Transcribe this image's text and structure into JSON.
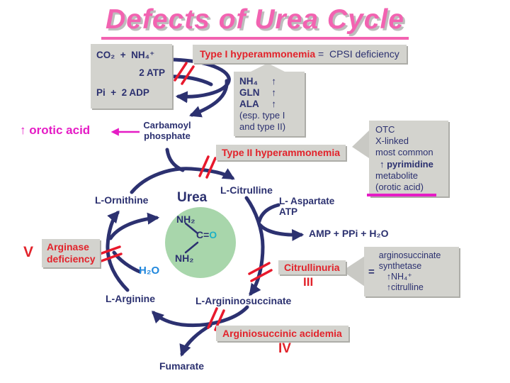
{
  "title": "Defects of Urea Cycle",
  "colors": {
    "navy": "#2c3170",
    "red": "#e2232b",
    "pink_title": "#f263b1",
    "magenta": "#e51cc5",
    "gray_box": "#d3d3ce",
    "green_circle": "#a8d6ab",
    "cyan_oxygen": "#1fb1c4",
    "blue_water": "#1e86dc"
  },
  "substrate_box": {
    "inputs": "CO₂  +  NH₄⁺",
    "atp": "2 ATP",
    "outputs": "Pi  +  2 ADP"
  },
  "type1": {
    "label": "Type I hyperammonemia",
    "rest": " =  CPSI deficiency"
  },
  "elevated_markers": {
    "rows": [
      {
        "name": "NH₄",
        "arrow": "↑"
      },
      {
        "name": "GLN",
        "arrow": "↑"
      },
      {
        "name": "ALA",
        "arrow": "↑"
      }
    ],
    "note_line1": "(esp. type I",
    "note_line2": "and type II)"
  },
  "orotic_acid": {
    "text": "↑ orotic acid"
  },
  "carbamoyl": {
    "line1": "Carbamoyl",
    "line2": "phosphate"
  },
  "type2": {
    "label": "Type II hyperammonemia"
  },
  "otc": {
    "lines": [
      "OTC",
      "X-linked",
      "most common",
      "↑ pyrimidine",
      "metabolite",
      "(orotic acid)"
    ]
  },
  "cycle": {
    "ornithine": "L-Ornithine",
    "citrulline": "L-Citrulline",
    "argininosuccinate": "L-Argininosuccinate",
    "arginine": "L-Arginine",
    "fumarate": "Fumarate",
    "aspartate": "L- Aspartate",
    "atp": "ATP",
    "amp_products": "AMP + PPi + H₂O",
    "water": "H₂O"
  },
  "urea": {
    "label": "Urea",
    "nh2_top": "NH₂",
    "carbon": "C=",
    "oxygen": "O",
    "nh2_bottom": "NH₂"
  },
  "citrullinuria": {
    "label": "Citrullinuria",
    "numeral": "III"
  },
  "synthetase": {
    "equals": "=",
    "line1": "arginosuccinate",
    "line2": "synthetase",
    "line3_arrow": "↑",
    "line3": "NH₄⁺",
    "line4_arrow": "↑",
    "line4": "citrulline"
  },
  "arginase": {
    "numeral": "V",
    "line1": "Arginase",
    "line2": "deficiency"
  },
  "argininosuccinic": {
    "label": "Arginiosuccinic acidemia",
    "numeral": "IV"
  }
}
